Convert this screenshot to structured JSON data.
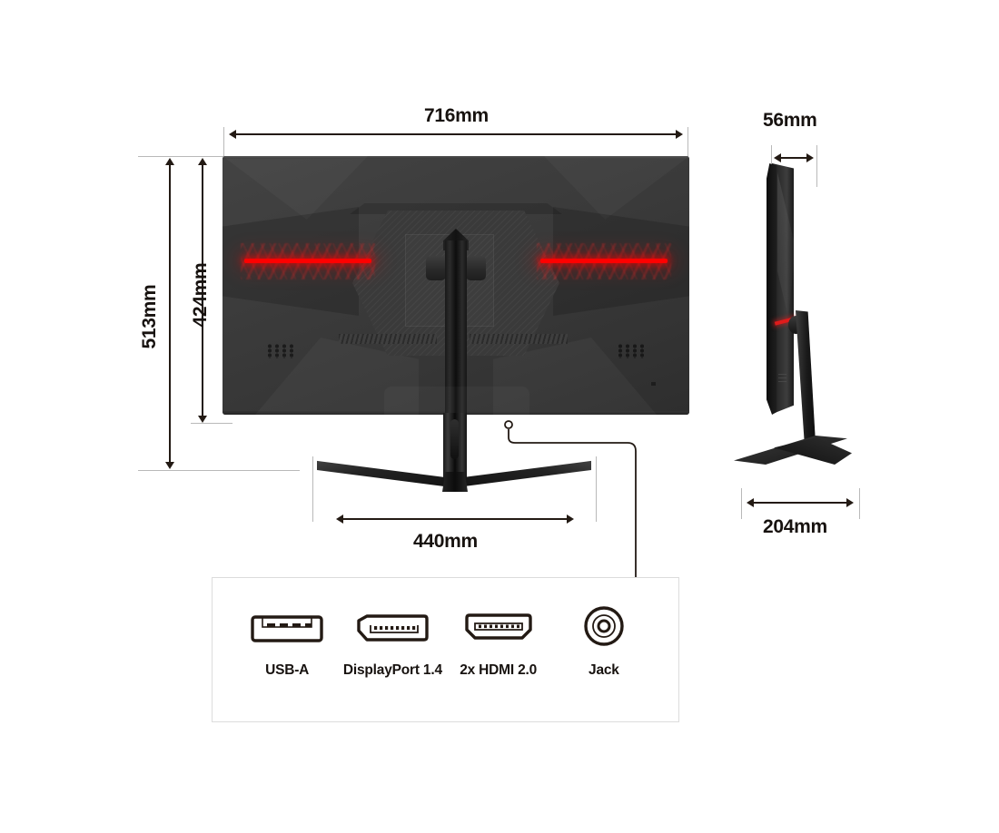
{
  "product": {
    "view_back_label": "monitor-rear-view",
    "view_side_label": "monitor-side-view"
  },
  "dimensions": {
    "width": "716mm",
    "height_total": "513mm",
    "height_panel": "424mm",
    "base_width": "440mm",
    "depth_panel": "56mm",
    "base_depth": "204mm"
  },
  "ports": {
    "items": [
      {
        "icon": "usb-a-icon",
        "label": "USB-A"
      },
      {
        "icon": "displayport-icon",
        "label": "DisplayPort 1.4"
      },
      {
        "icon": "hdmi-icon",
        "label": "2x HDMI 2.0"
      },
      {
        "icon": "audio-jack-icon",
        "label": "Jack"
      }
    ]
  },
  "colors": {
    "rgb_accent": "#ff0000",
    "text": "#17120f",
    "dimension_line": "#231a14",
    "extension_line": "#b9b9b9",
    "panel_border": "#dcdcdc",
    "background": "#ffffff"
  }
}
